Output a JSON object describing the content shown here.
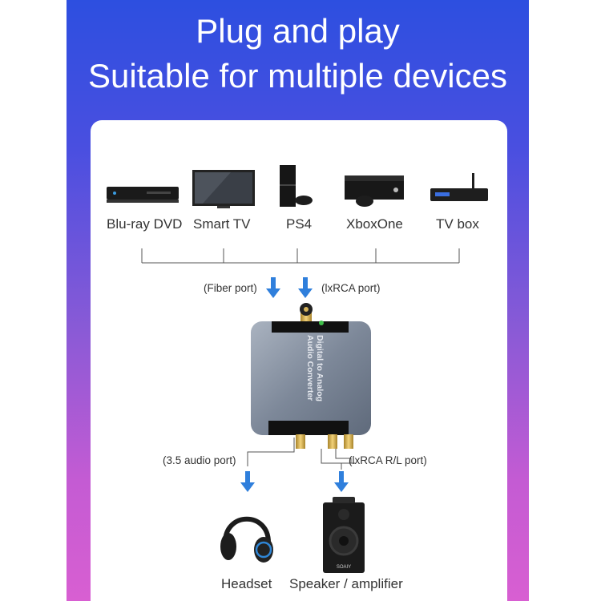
{
  "headline": {
    "line1": "Plug and play",
    "line2": "Suitable for multiple devices"
  },
  "devices": [
    {
      "label": "Blu-ray DVD",
      "icon": "bluray-player-icon"
    },
    {
      "label": "Smart TV",
      "icon": "smart-tv-icon"
    },
    {
      "label": "PS4",
      "icon": "ps4-console-icon"
    },
    {
      "label": "XboxOne",
      "icon": "xbox-one-console-icon"
    },
    {
      "label": "TV box",
      "icon": "tv-box-icon"
    }
  ],
  "inputs": {
    "fiber": "(Fiber port)",
    "rca": "(lxRCA port)"
  },
  "converter": {
    "label_line1": "Digital to Analog",
    "label_line2": "Audio Converter"
  },
  "outputs": {
    "aux": "(3.5 audio port)",
    "rca_rl": "(lxRCA R/L port)",
    "headset": "Headset",
    "speaker": "Speaker / amplifier",
    "speaker_brand": "SOAIY"
  },
  "colors": {
    "arrow": "#2f7fdc",
    "gradient_top": "#2d4fe0",
    "gradient_bottom": "#d85fd2"
  }
}
